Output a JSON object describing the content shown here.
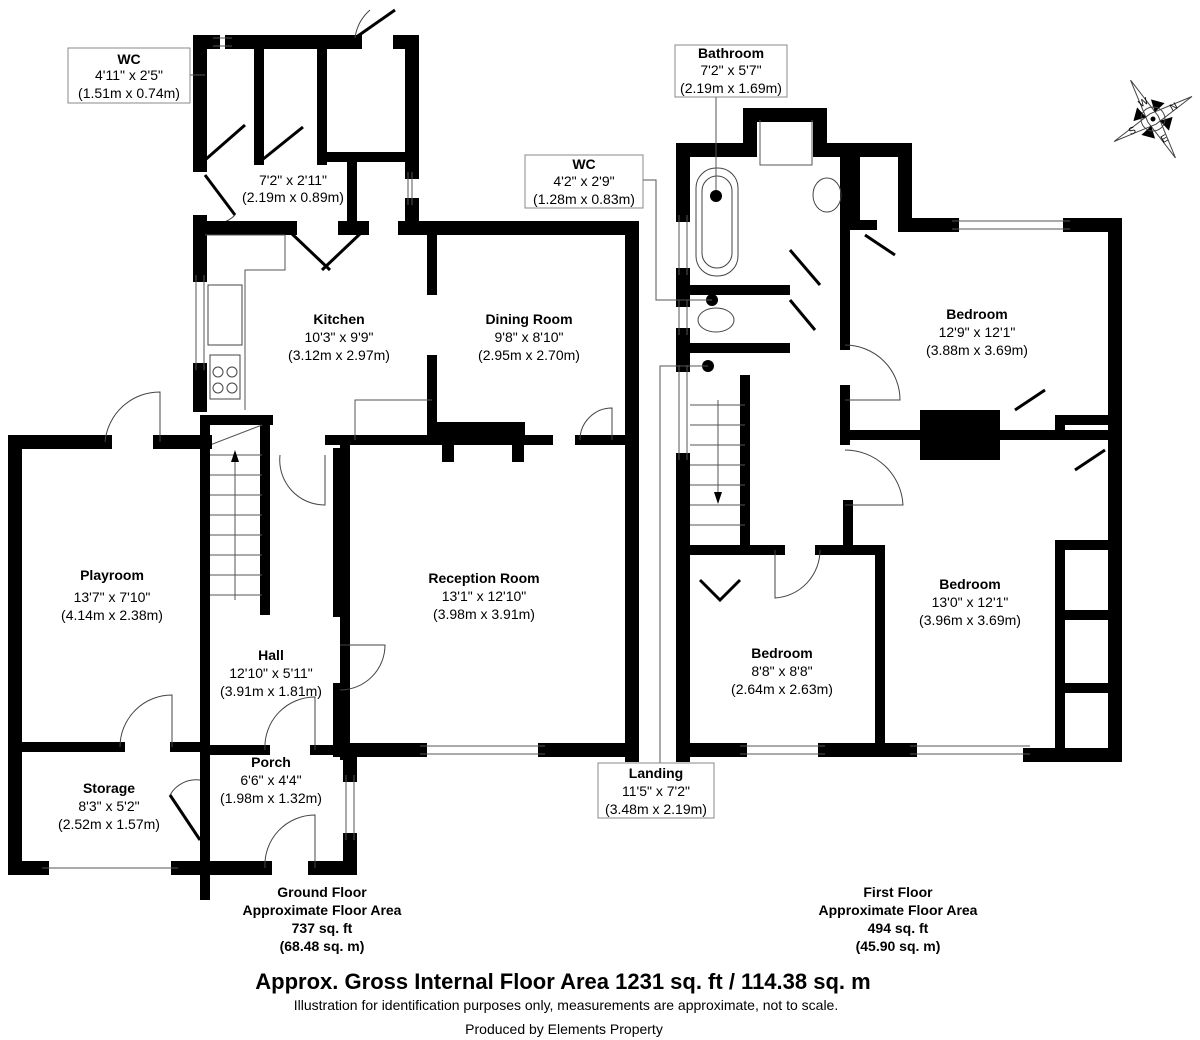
{
  "ground_floor": {
    "rooms": {
      "wc": {
        "name": "WC",
        "imperial": "4'11\" x 2'5\"",
        "metric": "(1.51m x 0.74m)"
      },
      "cloakroom": {
        "imperial": "7'2\" x 2'11\"",
        "metric": "(2.19m x 0.89m)"
      },
      "kitchen": {
        "name": "Kitchen",
        "imperial": "10'3\" x 9'9\"",
        "metric": "(3.12m x 2.97m)"
      },
      "dining": {
        "name": "Dining Room",
        "imperial": "9'8\" x 8'10\"",
        "metric": "(2.95m x 2.70m)"
      },
      "playroom": {
        "name": "Playroom",
        "imperial": "13'7\" x 7'10\"",
        "metric": "(4.14m x 2.38m)"
      },
      "reception": {
        "name": "Reception Room",
        "imperial": "13'1\" x 12'10\"",
        "metric": "(3.98m x 3.91m)"
      },
      "hall": {
        "name": "Hall",
        "imperial": "12'10\" x 5'11\"",
        "metric": "(3.91m x 1.81m)"
      },
      "porch": {
        "name": "Porch",
        "imperial": "6'6\" x 4'4\"",
        "metric": "(1.98m x 1.32m)"
      },
      "storage": {
        "name": "Storage",
        "imperial": "8'3\" x 5'2\"",
        "metric": "(2.52m x 1.57m)"
      }
    },
    "summary": {
      "title": "Ground Floor",
      "subtitle": "Approximate Floor Area",
      "sqft": "737 sq. ft",
      "sqm": "(68.48 sq. m)"
    }
  },
  "first_floor": {
    "rooms": {
      "bathroom": {
        "name": "Bathroom",
        "imperial": "7'2\" x 5'7\"",
        "metric": "(2.19m x 1.69m)"
      },
      "wc": {
        "name": "WC",
        "imperial": "4'2\" x 2'9\"",
        "metric": "(1.28m x 0.83m)"
      },
      "bedroom1": {
        "name": "Bedroom",
        "imperial": "12'9\" x 12'1\"",
        "metric": "(3.88m x 3.69m)"
      },
      "bedroom2": {
        "name": "Bedroom",
        "imperial": "13'0\" x 12'1\"",
        "metric": "(3.96m x 3.69m)"
      },
      "bedroom3": {
        "name": "Bedroom",
        "imperial": "8'8\" x 8'8\"",
        "metric": "(2.64m x 2.63m)"
      },
      "landing": {
        "name": "Landing",
        "imperial": "11'5\" x 7'2\"",
        "metric": "(3.48m x 2.19m)"
      }
    },
    "summary": {
      "title": "First Floor",
      "subtitle": "Approximate Floor Area",
      "sqft": "494 sq. ft",
      "sqm": "(45.90 sq. m)"
    }
  },
  "compass": {
    "n": "N",
    "e": "E",
    "s": "S",
    "w": "W"
  },
  "footer": {
    "gross": "Approx. Gross Internal Floor Area 1231 sq. ft / 114.38 sq. m",
    "disclaimer": "Illustration for identification purposes only, measurements are approximate, not to scale.",
    "producer": "Produced by Elements Property"
  }
}
